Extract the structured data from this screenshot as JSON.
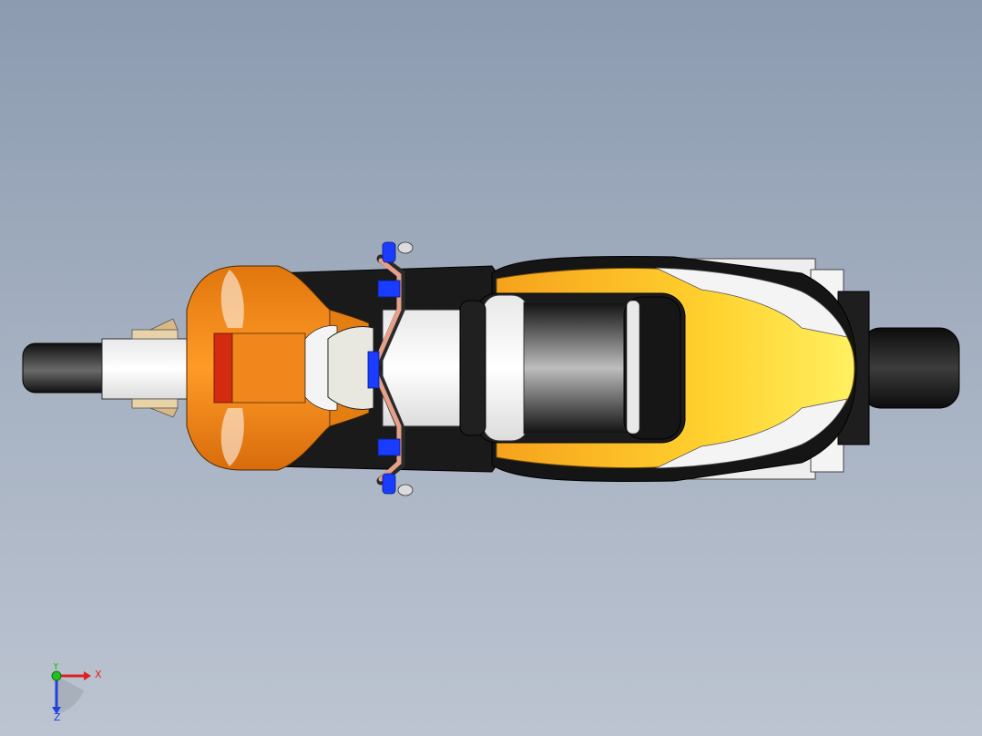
{
  "viewport": {
    "background_top": "#8c9bb0",
    "background_bottom": "#bcc4d1"
  },
  "model": {
    "subject": "motorcycle-top-view",
    "colors": {
      "body_orange": "#f08a1c",
      "tank_yellow": "#ffe640",
      "tire_black": "#141414",
      "seat_black": "#1b1b1b",
      "chrome_white": "#f2f2f2",
      "handle_blue": "#1a3cff",
      "taillight_red": "#d42a10",
      "handlebar_copper": "#e6a08a"
    }
  },
  "triad": {
    "x_label": "X",
    "y_label": "Y",
    "z_label": "Z",
    "x_color": "#e0201a",
    "y_color": "#20c020",
    "z_color": "#2040e0"
  }
}
